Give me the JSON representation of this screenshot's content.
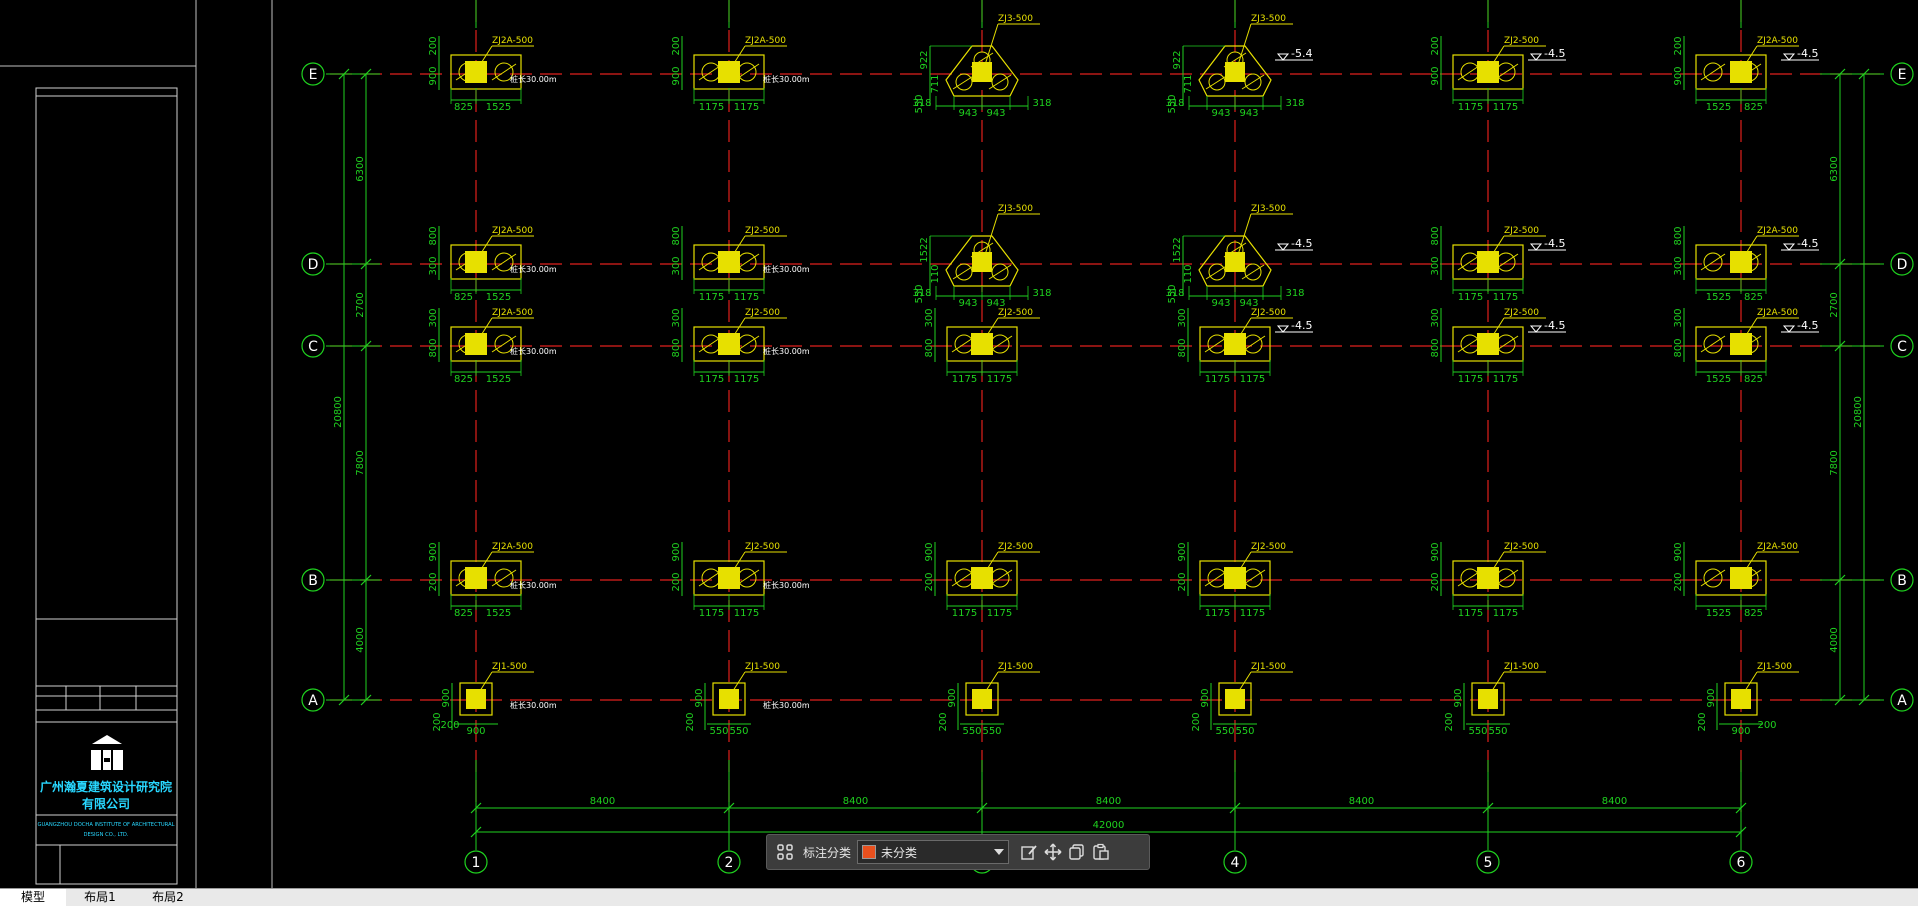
{
  "colors": {
    "background": "#000000",
    "grid_axis": "#e0201c",
    "dimension": "#1fd21f",
    "footing": "#e7e000",
    "title_block_text": "#28d7ff",
    "accent_swatch": "#e8501e"
  },
  "title_block": {
    "company_name_line1": "广州瀚夏建筑设计研究院",
    "company_name_line2": "有限公司",
    "company_name_en_line1": "GUANGZHOU DOCHA INSTITUTE OF ARCHITECTURAL",
    "company_name_en_line2": "DESIGN CO., LTD."
  },
  "axes": {
    "rows": [
      "E",
      "D",
      "C",
      "B",
      "A"
    ],
    "columns": [
      "1",
      "2",
      "3",
      "4",
      "5",
      "6"
    ],
    "bay_dims": [
      "8400",
      "8400",
      "8400",
      "8400",
      "8400"
    ],
    "total_width": "42000",
    "left_row_dims": [
      "6300",
      "2700",
      "7800",
      "4000"
    ],
    "right_row_dims": [
      "6300",
      "2700",
      "7800",
      "4000"
    ],
    "total_height": "20800"
  },
  "footings": [
    {
      "row": "E",
      "col": 1,
      "tag": "ZJ2A-500",
      "left": "825",
      "right": "1525",
      "h1": "200",
      "h2": "900",
      "note": "桩长30.00m",
      "shape": "rect2"
    },
    {
      "row": "E",
      "col": 2,
      "tag": "ZJ2A-500",
      "left": "1175",
      "right": "1175",
      "h1": "200",
      "h2": "900",
      "note": "桩长30.00m",
      "shape": "rect2"
    },
    {
      "row": "E",
      "col": 3,
      "tag": "ZJ3-500",
      "left": "943",
      "right": "943",
      "side": "318",
      "h1": "922",
      "h2": "711",
      "h3": "550",
      "shape": "tri"
    },
    {
      "row": "E",
      "col": 4,
      "tag": "ZJ3-500",
      "left": "943",
      "right": "943",
      "side": "318",
      "h1": "922",
      "h2": "711",
      "h3": "550",
      "level": "-5.4",
      "shape": "tri"
    },
    {
      "row": "E",
      "col": 5,
      "tag": "ZJ2-500",
      "left": "1175",
      "right": "1175",
      "h1": "200",
      "h2": "900",
      "level": "-4.5",
      "shape": "rect2"
    },
    {
      "row": "E",
      "col": 6,
      "tag": "ZJ2A-500",
      "left": "1525",
      "right": "825",
      "h1": "200",
      "h2": "900",
      "level": "-4.5",
      "shape": "rect2"
    },
    {
      "row": "D",
      "col": 1,
      "tag": "ZJ2A-500",
      "left": "825",
      "right": "1525",
      "h1": "800",
      "h2": "300",
      "note": "桩长30.00m",
      "shape": "rect2"
    },
    {
      "row": "D",
      "col": 2,
      "tag": "ZJ2-500",
      "left": "1175",
      "right": "1175",
      "h1": "800",
      "h2": "300",
      "note": "桩长30.00m",
      "shape": "rect2"
    },
    {
      "row": "D",
      "col": 3,
      "tag": "ZJ3-500",
      "left": "943",
      "right": "943",
      "side": "318",
      "h1": "1522",
      "h2": "110",
      "h3": "550",
      "shape": "tri"
    },
    {
      "row": "D",
      "col": 4,
      "tag": "ZJ3-500",
      "left": "943",
      "right": "943",
      "side": "318",
      "h1": "1522",
      "h2": "110",
      "h3": "550",
      "level": "-4.5",
      "shape": "tri"
    },
    {
      "row": "D",
      "col": 5,
      "tag": "ZJ2-500",
      "left": "1175",
      "right": "1175",
      "h1": "800",
      "h2": "300",
      "level": "-4.5",
      "shape": "rect2"
    },
    {
      "row": "D",
      "col": 6,
      "tag": "ZJ2A-500",
      "left": "1525",
      "right": "825",
      "h1": "800",
      "h2": "300",
      "level": "-4.5",
      "shape": "rect2"
    },
    {
      "row": "C",
      "col": 1,
      "tag": "ZJ2A-500",
      "left": "825",
      "right": "1525",
      "h1": "300",
      "h2": "800",
      "note": "桩长30.00m",
      "shape": "rect2"
    },
    {
      "row": "C",
      "col": 2,
      "tag": "ZJ2-500",
      "left": "1175",
      "right": "1175",
      "h1": "300",
      "h2": "800",
      "note": "桩长30.00m",
      "shape": "rect2"
    },
    {
      "row": "C",
      "col": 3,
      "tag": "ZJ2-500",
      "left": "1175",
      "right": "1175",
      "h1": "300",
      "h2": "800",
      "shape": "rect2"
    },
    {
      "row": "C",
      "col": 4,
      "tag": "ZJ2-500",
      "left": "1175",
      "right": "1175",
      "h1": "300",
      "h2": "800",
      "level": "-4.5",
      "shape": "rect2"
    },
    {
      "row": "C",
      "col": 5,
      "tag": "ZJ2-500",
      "left": "1175",
      "right": "1175",
      "h1": "300",
      "h2": "800",
      "level": "-4.5",
      "shape": "rect2"
    },
    {
      "row": "C",
      "col": 6,
      "tag": "ZJ2A-500",
      "left": "1525",
      "right": "825",
      "h1": "300",
      "h2": "800",
      "level": "-4.5",
      "shape": "rect2"
    },
    {
      "row": "B",
      "col": 1,
      "tag": "ZJ2A-500",
      "left": "825",
      "right": "1525",
      "h1": "900",
      "h2": "200",
      "note": "桩长30.00m",
      "shape": "rect2"
    },
    {
      "row": "B",
      "col": 2,
      "tag": "ZJ2-500",
      "left": "1175",
      "right": "1175",
      "h1": "900",
      "h2": "200",
      "note": "桩长30.00m",
      "shape": "rect2"
    },
    {
      "row": "B",
      "col": 3,
      "tag": "ZJ2-500",
      "left": "1175",
      "right": "1175",
      "h1": "900",
      "h2": "200",
      "shape": "rect2"
    },
    {
      "row": "B",
      "col": 4,
      "tag": "ZJ2-500",
      "left": "1175",
      "right": "1175",
      "h1": "900",
      "h2": "200",
      "shape": "rect2"
    },
    {
      "row": "B",
      "col": 5,
      "tag": "ZJ2-500",
      "left": "1175",
      "right": "1175",
      "h1": "900",
      "h2": "200",
      "shape": "rect2"
    },
    {
      "row": "B",
      "col": 6,
      "tag": "ZJ2A-500",
      "left": "1525",
      "right": "825",
      "h1": "900",
      "h2": "200",
      "shape": "rect2"
    },
    {
      "row": "A",
      "col": 1,
      "tag": "ZJ1-500",
      "left": "200",
      "right": "",
      "bottom": "900",
      "h1": "900",
      "h2": "200",
      "note": "桩长30.00m",
      "shape": "rect1"
    },
    {
      "row": "A",
      "col": 2,
      "tag": "ZJ1-500",
      "left": "550",
      "right": "550",
      "h1": "900",
      "h2": "200",
      "note": "桩长30.00m",
      "shape": "rect1"
    },
    {
      "row": "A",
      "col": 3,
      "tag": "ZJ1-500",
      "left": "550",
      "right": "550",
      "h1": "900",
      "h2": "200",
      "shape": "rect1"
    },
    {
      "row": "A",
      "col": 4,
      "tag": "ZJ1-500",
      "left": "550",
      "right": "550",
      "h1": "900",
      "h2": "200",
      "shape": "rect1"
    },
    {
      "row": "A",
      "col": 5,
      "tag": "ZJ1-500",
      "left": "550",
      "right": "550",
      "h1": "900",
      "h2": "200",
      "shape": "rect1"
    },
    {
      "row": "A",
      "col": 6,
      "tag": "ZJ1-500",
      "left": "",
      "right": "200",
      "bottom": "900",
      "h1": "900",
      "h2": "200",
      "shape": "rect1"
    }
  ],
  "toolbar": {
    "category_label": "标注分类",
    "category_value": "未分类",
    "icons": [
      "grid-icon",
      "edit-icon",
      "move-icon",
      "copy-icon",
      "paste-icon"
    ]
  },
  "tabs": [
    {
      "label": "模型",
      "active": true
    },
    {
      "label": "布局1",
      "active": false
    },
    {
      "label": "布局2",
      "active": false
    }
  ]
}
